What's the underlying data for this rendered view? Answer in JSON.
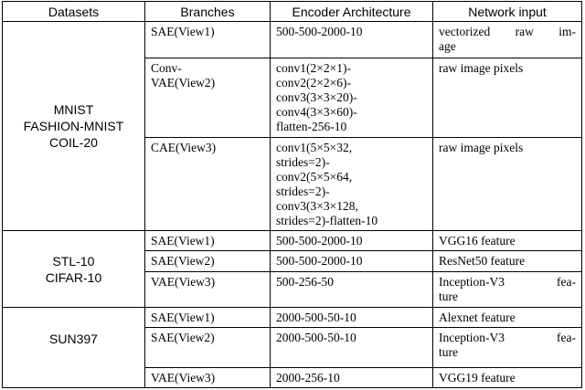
{
  "headers": [
    "Datasets",
    "Branches",
    "Encoder Architecture",
    "Network input"
  ],
  "groups": [
    {
      "dataset_lines": [
        "MNIST",
        "FASHION-MNIST",
        "COIL-20"
      ],
      "rows": [
        {
          "branch_lines": [
            "SAE(View1)"
          ],
          "arch_lines": [
            "500-500-2000-10"
          ],
          "input_lines": [
            "vectorized raw im-",
            "age"
          ]
        },
        {
          "branch_lines": [
            "Conv-",
            "VAE(View2)"
          ],
          "arch_lines": [
            "conv1(2×2×1)-",
            "conv2(2×2×6)-",
            "conv3(3×3×20)-",
            "conv4(3×3×60)-",
            "flatten-256-10"
          ],
          "input_lines": [
            "raw image pixels"
          ]
        },
        {
          "branch_lines": [
            "CAE(View3)"
          ],
          "arch_lines": [
            "conv1(5×5×32,",
            "strides=2)-",
            "conv2(5×5×64,",
            "strides=2)-",
            "conv3(3×3×128,",
            "strides=2)-flatten-10"
          ],
          "input_lines": [
            "raw image pixels"
          ]
        }
      ]
    },
    {
      "dataset_lines": [
        "STL-10",
        "CIFAR-10"
      ],
      "rows": [
        {
          "branch_lines": [
            "SAE(View1)"
          ],
          "arch_lines": [
            "500-500-2000-10"
          ],
          "input_lines": [
            "VGG16 feature"
          ]
        },
        {
          "branch_lines": [
            "SAE(View2)"
          ],
          "arch_lines": [
            "500-500-2000-10"
          ],
          "input_lines": [
            "ResNet50 feature"
          ]
        },
        {
          "branch_lines": [
            "VAE(View3)"
          ],
          "arch_lines": [
            "500-256-50"
          ],
          "input_lines": [
            "Inception-V3 fea-",
            "ture"
          ]
        }
      ]
    },
    {
      "dataset_lines": [
        "SUN397"
      ],
      "rows": [
        {
          "branch_lines": [
            "SAE(View1)"
          ],
          "arch_lines": [
            "2000-500-50-10"
          ],
          "input_lines": [
            "Alexnet feature"
          ]
        },
        {
          "branch_lines": [
            "SAE(View2)"
          ],
          "arch_lines": [
            "2000-500-50-10"
          ],
          "input_lines": [
            "Inception-V3 fea-",
            "ture"
          ]
        },
        {
          "branch_lines": [
            "VAE(View3)"
          ],
          "arch_lines": [
            "2000-256-10"
          ],
          "input_lines": [
            "VGG19 feature"
          ]
        }
      ]
    }
  ]
}
